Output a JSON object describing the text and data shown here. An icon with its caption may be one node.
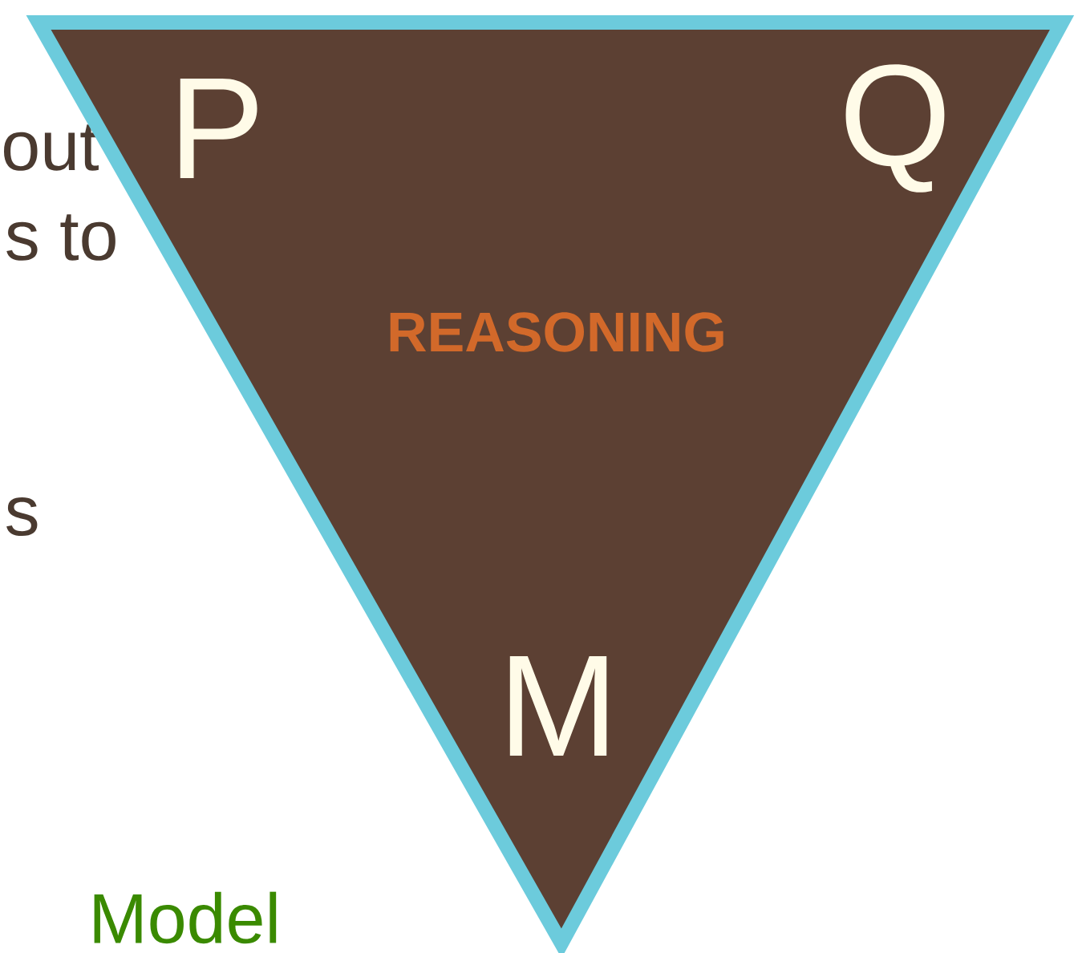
{
  "diagram": {
    "nodes": [
      {
        "text": [
          "P",
          "Q",
          "REASONING",
          "M"
        ]
      }
    ],
    "labels": [
      "out",
      "s to",
      "s",
      "Model"
    ]
  }
}
